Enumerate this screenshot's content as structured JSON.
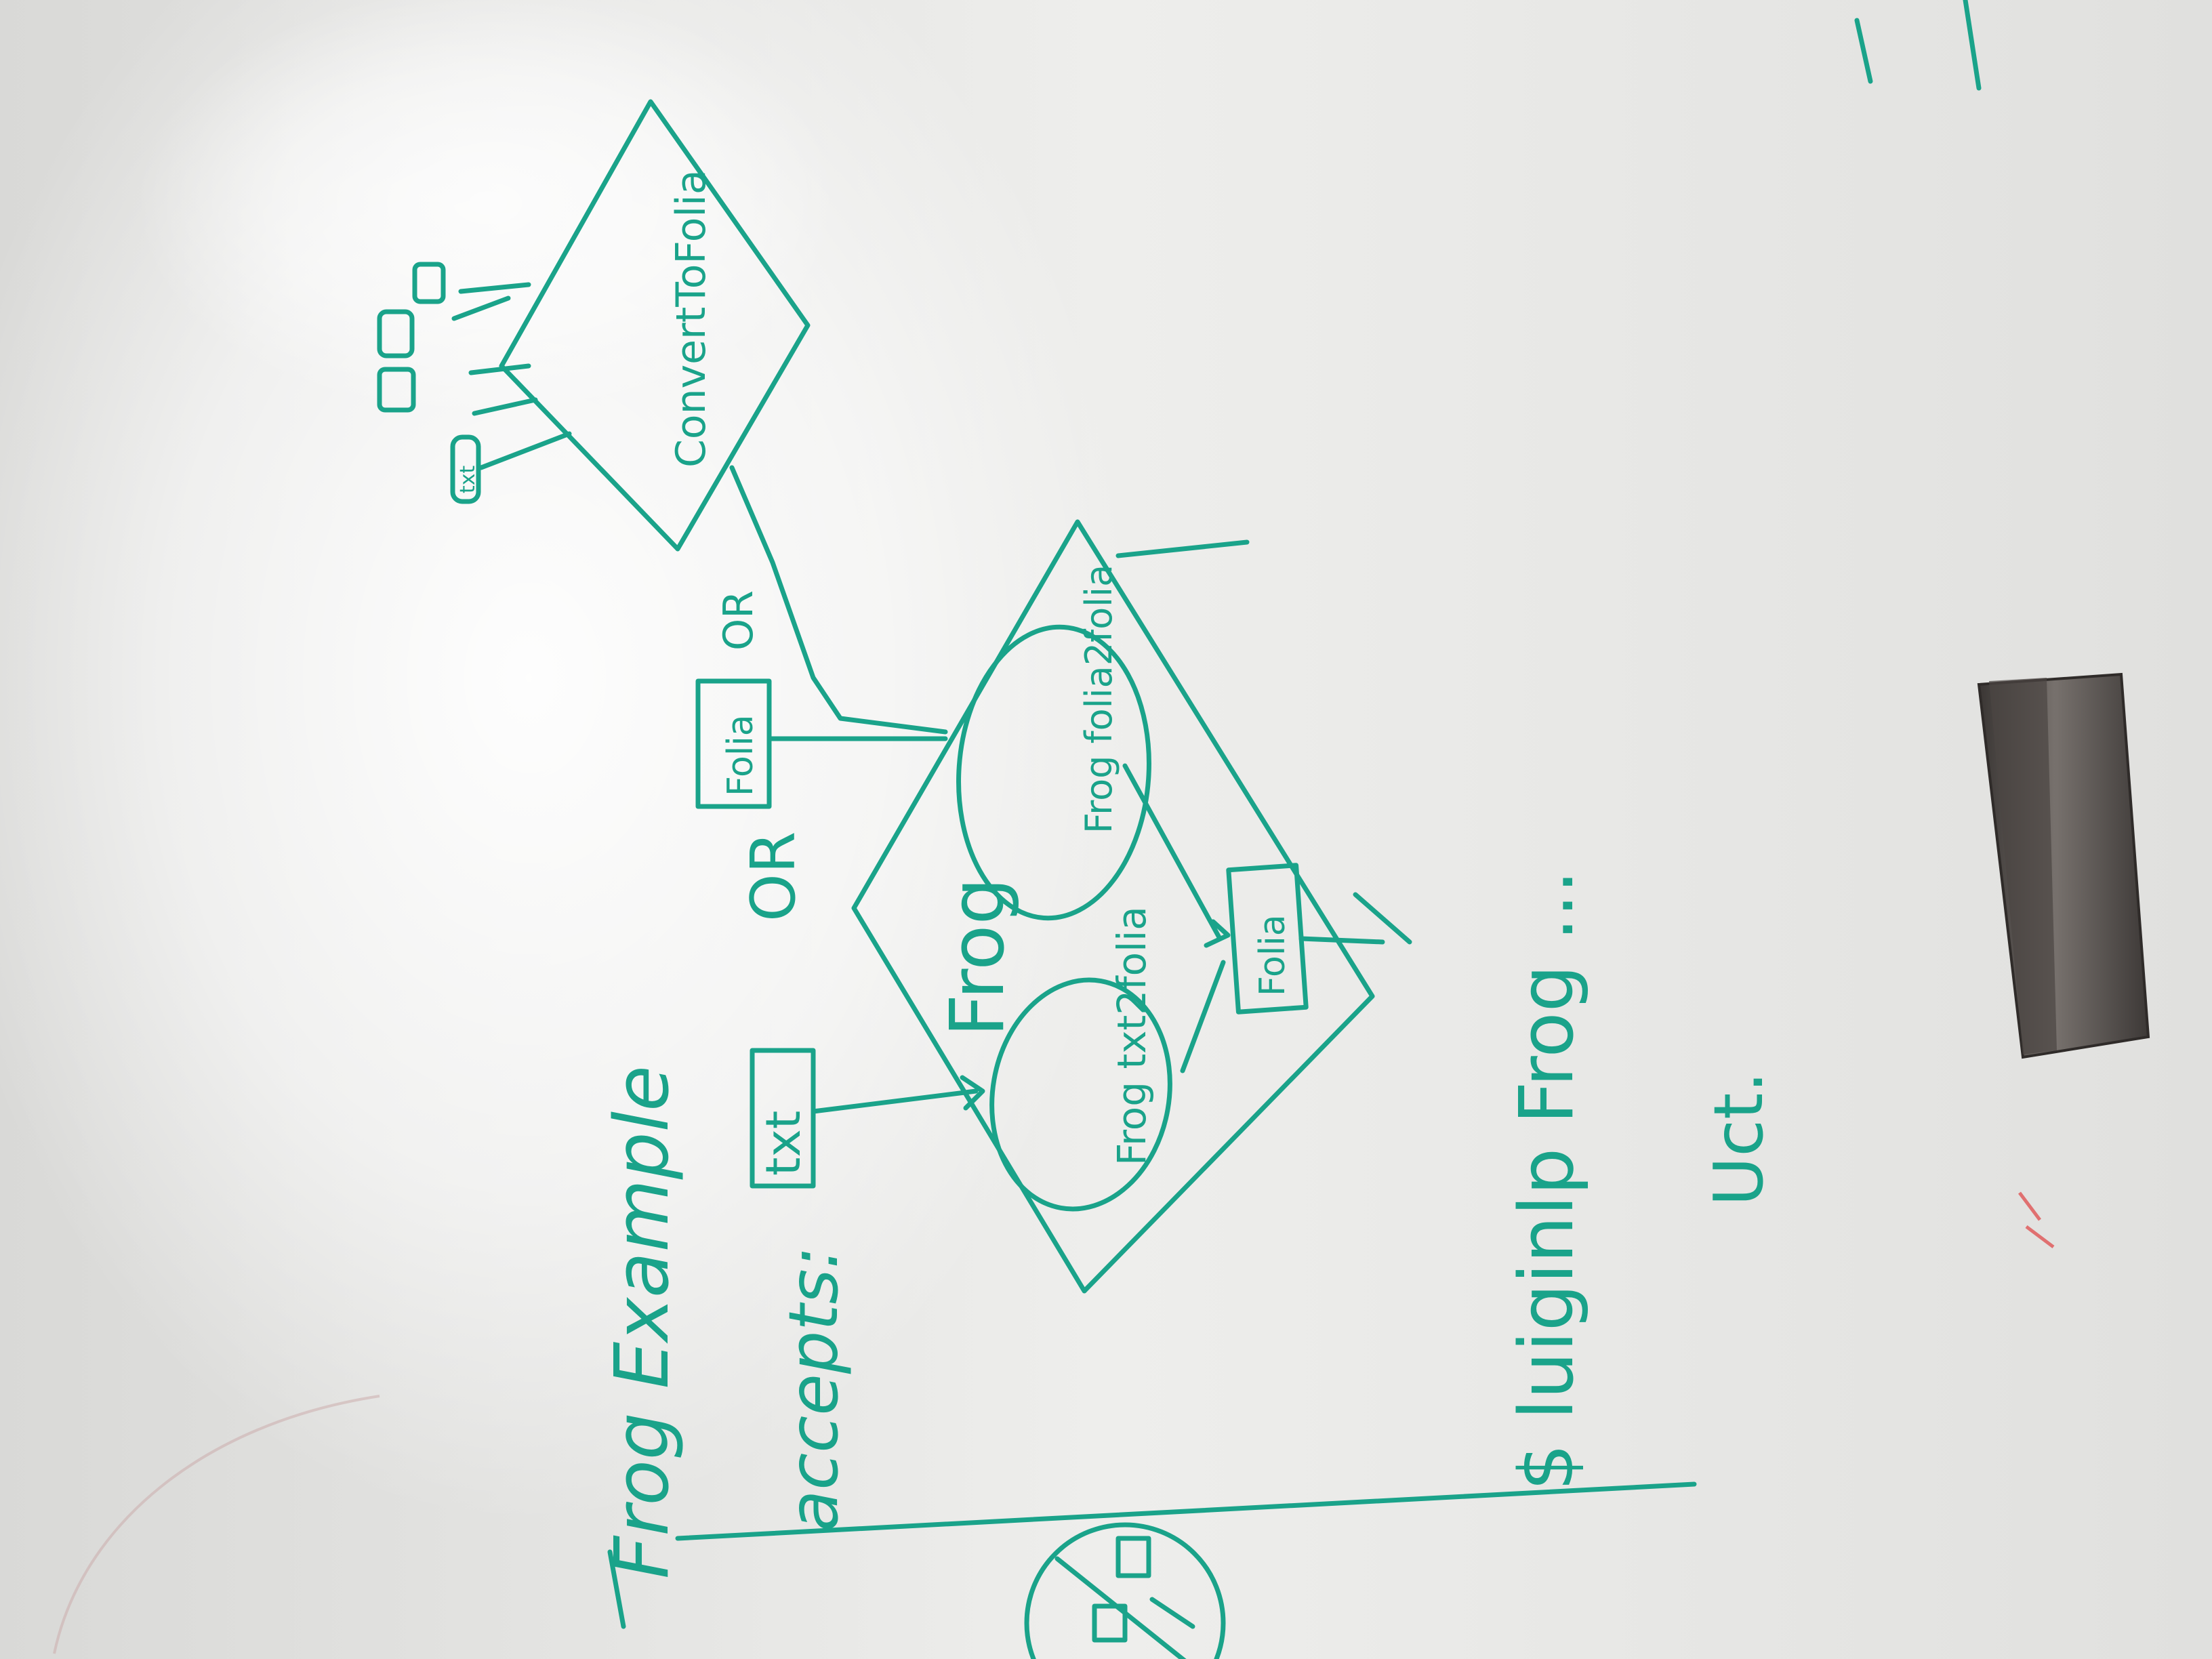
{
  "scene": {
    "description_colors": {
      "marker_ink": "#1aa38a",
      "red_ink": "#e07070",
      "board": "#e9e9e7",
      "glare": "#ffffff",
      "eraser_felt": "#5e5a57"
    }
  },
  "whiteboard_text": {
    "title": "Frog Example",
    "accepts": "accepts:",
    "frog_big": "Frog",
    "frog_txt2folia": "Frog txt2folia",
    "frog_folia2folia": "Frog folia2folia",
    "txt_box": "txt",
    "folia_box_left": "Folia",
    "folia_box_bottom": "Folia",
    "or_1": "OR",
    "or_2": "OR",
    "convert_to_folia": "ConvertToFolia",
    "txt_input": "txt",
    "dollar_line": "$ luiginlp Frog ...",
    "uct": "Uct."
  }
}
